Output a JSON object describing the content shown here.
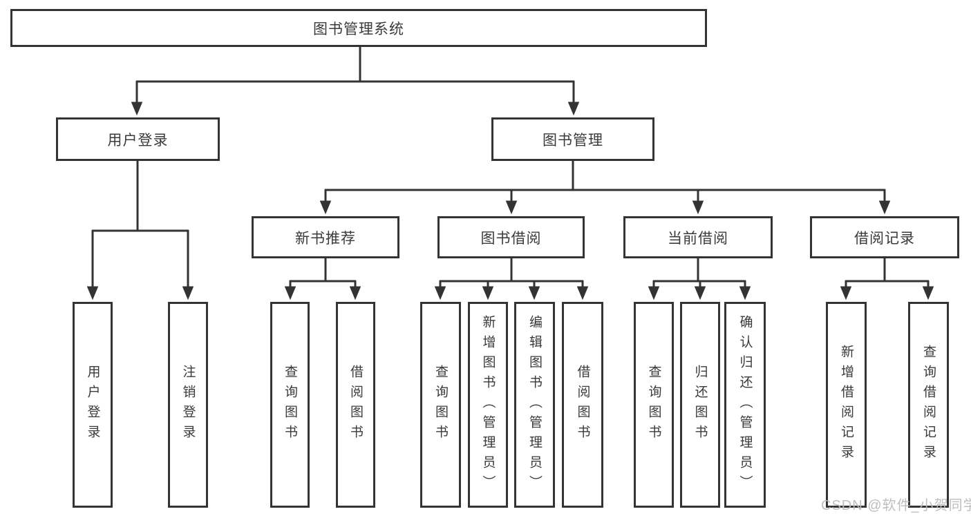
{
  "diagram": {
    "title": "图书管理系统",
    "root": {
      "label": "图书管理系统"
    },
    "level1": {
      "user_login": {
        "label": "用户登录"
      },
      "book_mgmt": {
        "label": "图书管理"
      }
    },
    "level2": {
      "new_book": {
        "label": "新书推荐"
      },
      "book_borrow": {
        "label": "图书借阅"
      },
      "current_borrow": {
        "label": "当前借阅"
      },
      "borrow_records": {
        "label": "借阅记录"
      }
    },
    "leaves": {
      "login": {
        "label": "用户登录"
      },
      "logout": {
        "label": "注销登录"
      },
      "nb_query": {
        "label": "查询图书"
      },
      "nb_borrow": {
        "label": "借阅图书"
      },
      "bb_query": {
        "label": "查询图书"
      },
      "bb_add": {
        "label": "新增图书（管理员）"
      },
      "bb_edit": {
        "label": "编辑图书（管理员）"
      },
      "bb_borrow": {
        "label": "借阅图书"
      },
      "cb_query": {
        "label": "查询图书"
      },
      "cb_return": {
        "label": "归还图书"
      },
      "cb_confirm": {
        "label": "确认归还（管理员）"
      },
      "br_add": {
        "label": "新增借阅记录"
      },
      "br_query": {
        "label": "查询借阅记录"
      }
    },
    "hierarchy": {
      "图书管理系统": {
        "用户登录": [
          "用户登录",
          "注销登录"
        ],
        "图书管理": {
          "新书推荐": [
            "查询图书",
            "借阅图书"
          ],
          "图书借阅": [
            "查询图书",
            "新增图书（管理员）",
            "编辑图书（管理员）",
            "借阅图书"
          ],
          "当前借阅": [
            "查询图书",
            "归还图书",
            "确认归还（管理员）"
          ],
          "借阅记录": [
            "新增借阅记录",
            "查询借阅记录"
          ]
        }
      }
    },
    "colors": {
      "line": "#333333",
      "text": "#3a3a3a",
      "box_background": "#ffffff",
      "watermark": "#bababa"
    },
    "watermark": "CSDN @软件_小贺同学"
  }
}
